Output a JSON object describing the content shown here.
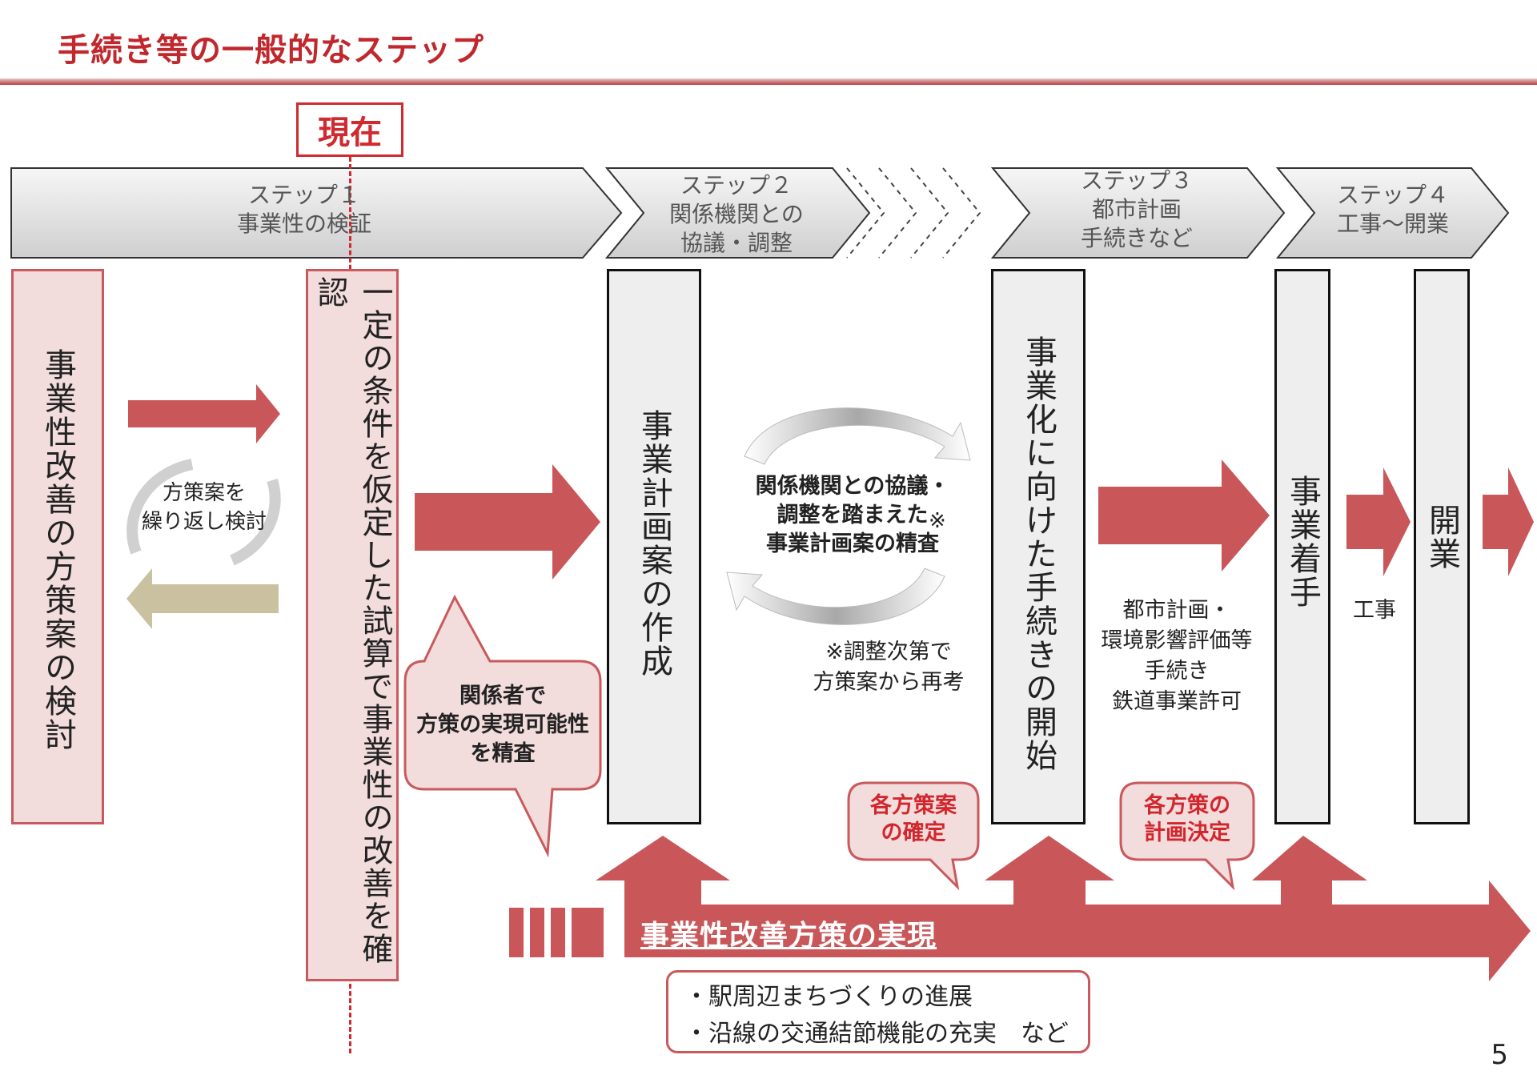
{
  "title": "手続き等の一般的なステップ",
  "now_label": "現在",
  "steps": [
    {
      "name": "ステップ１",
      "desc": "事業性の検証"
    },
    {
      "name": "ステップ２",
      "desc": "関係機関との",
      "desc2": "協議・調整"
    },
    {
      "name": "ステップ３",
      "desc": "都市計画",
      "desc2": "手続きなど"
    },
    {
      "name": "ステップ４",
      "desc": "工事～開業"
    }
  ],
  "boxes": {
    "review": "事業性改善の方策案の検討",
    "trial": "一定の条件を仮定した試算で事業性の改善を確認",
    "plan": "事業計画案の作成",
    "procedure": "事業化に向けた手続きの開始",
    "start": "事業着手",
    "open": "開業"
  },
  "cycle_label": [
    "方策案を",
    "繰り返し検討"
  ],
  "refine_label": [
    "関係機関との協議・",
    "調整を踏まえた",
    "事業計画案の精査"
  ],
  "refine_mark": "※",
  "adjust_note": [
    "※調整次第で",
    "方策案から再考"
  ],
  "stakeholder_bubble": [
    "関係者で",
    "方策の実現可能性",
    "を精査"
  ],
  "procedure_note": [
    "都市計画・",
    "環境影響評価等",
    "手続き",
    "鉄道事業許可"
  ],
  "construction_label": "工事",
  "confirm_bubble": [
    "各方策案",
    "の確定"
  ],
  "decide_bubble": [
    "各方策の",
    "計画決定"
  ],
  "realize_label": "事業性改善方策の実現",
  "bullets": [
    "・駅周辺まちづくりの進展",
    "・沿線の交通結節機能の充実　など"
  ],
  "page_number": "5",
  "colors": {
    "accent_red": "#c9575a",
    "title_red": "#c0282d",
    "olive_arrow": "#c9c1a0",
    "pink_fill": "#f2dcdc",
    "gray_fill": "#eeeeee"
  }
}
